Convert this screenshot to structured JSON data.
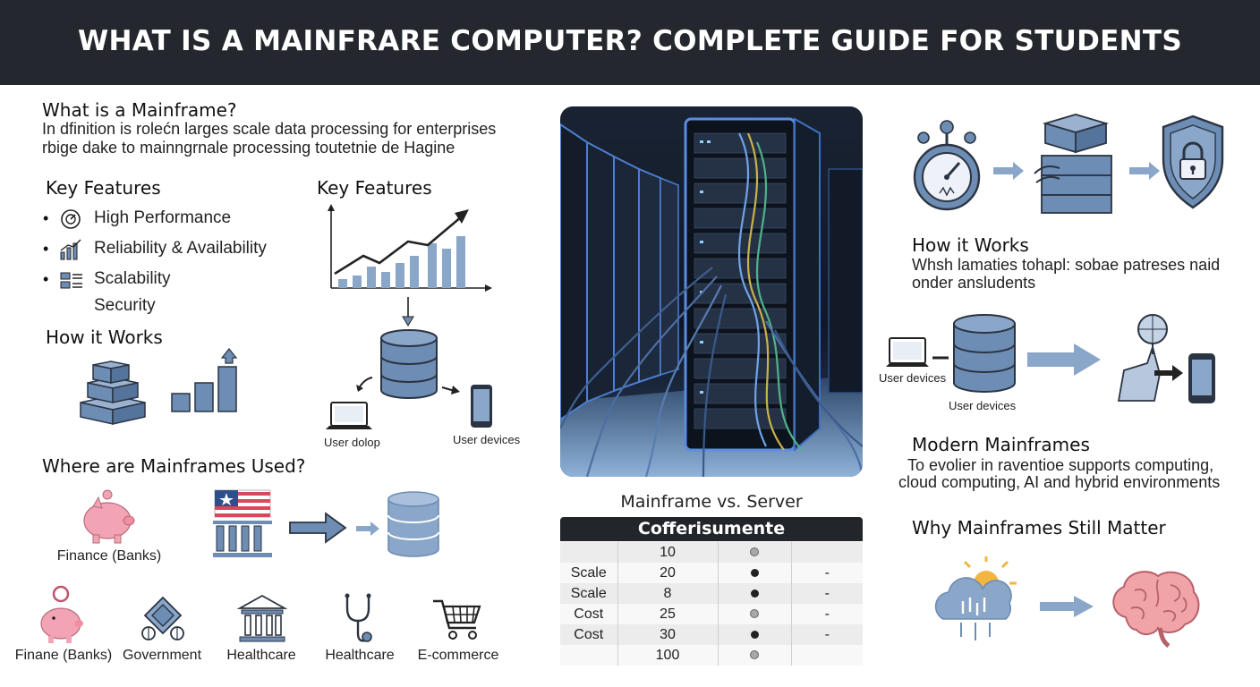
{
  "header": {
    "title": "WHAT IS A MAINFRARE COMPUTER? COMPLETE GUIDE FOR STUDENTS"
  },
  "what_is": {
    "heading": "What is a Mainframe?",
    "line1": "In dfinition is rolećn larges scale data processing for enterprises",
    "line2": "rbige dake to mainngrnale processing toutetnie de Hagine"
  },
  "key_features": {
    "heading": "Key Features",
    "items": [
      {
        "label": "High Performance",
        "icon": "speedometer-icon"
      },
      {
        "label": "Reliability & Availability",
        "icon": "bar-chart-icon"
      },
      {
        "label": "Scalability",
        "icon": "list-icon"
      },
      {
        "label": "Security",
        "icon": ""
      }
    ]
  },
  "key_features_chart": {
    "heading": "Key Features"
  },
  "how_it_works_left": {
    "heading": "How it Works",
    "label_laptop": "User dolop",
    "label_phone": "User devices"
  },
  "where_used": {
    "heading": "Where are Mainframes Used?",
    "finance_label": "Finance (Banks)",
    "sectors": [
      "Finane (Banks)",
      "Government",
      "Healthcare",
      "Healthcare",
      "E-commerce"
    ]
  },
  "comparison": {
    "heading": "Mainframe vs. Server",
    "table_header": "Cofferisumente",
    "rows": [
      {
        "label": "",
        "value": "10",
        "dot": "gray",
        "extra": ""
      },
      {
        "label": "Scale",
        "value": "20",
        "dot": "filled",
        "extra": "-"
      },
      {
        "label": "Scale",
        "value": "8",
        "dot": "filled",
        "extra": "-"
      },
      {
        "label": "Cost",
        "value": "25",
        "dot": "gray",
        "extra": "-"
      },
      {
        "label": "Cost",
        "value": "30",
        "dot": "filled",
        "extra": "-"
      },
      {
        "label": "",
        "value": "100",
        "dot": "gray",
        "extra": ""
      }
    ]
  },
  "how_it_works_right": {
    "heading": "How it Works",
    "line1": "Whsh lamaties tohapl: sobae patreses naid",
    "line2": "onder ansludents",
    "label_laptop": "User devices",
    "label_db": "User devices"
  },
  "modern": {
    "heading": "Modern Mainframes",
    "line1": "To evolier in raventioe supports computing,",
    "line2": "cloud computing, AI and hybrid environments"
  },
  "why_matter": {
    "heading": "Why Mainframes Still Matter"
  },
  "colors": {
    "banner": "#24272d",
    "icon_blue": "#6d8db4",
    "icon_dark": "#2b3442",
    "accent_pink": "#f3a4b4"
  }
}
